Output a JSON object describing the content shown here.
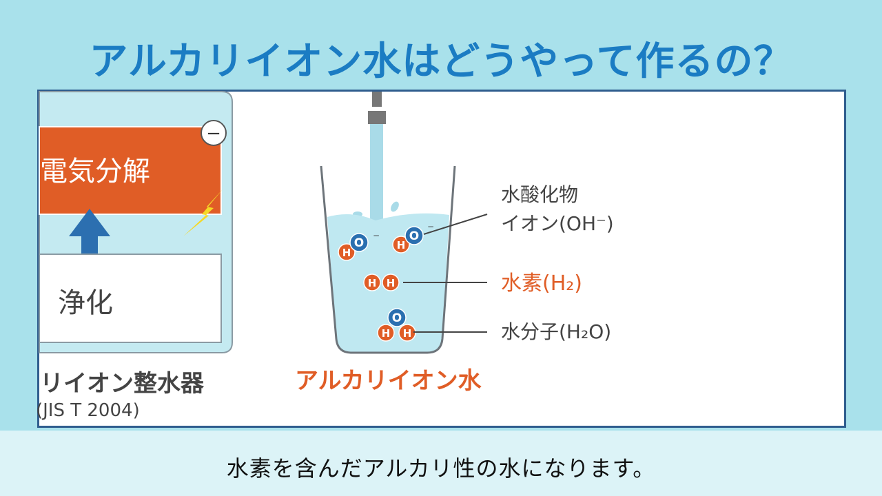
{
  "title": "アルカリイオン水はどうやって作るの？",
  "device": {
    "electrolysis_label": "電気分解",
    "purification_label": "浄化",
    "name": "リイオン整水器",
    "standard": "(JIS T 2004)",
    "electrode_sign": "−"
  },
  "glass": {
    "label": "アルカリイオン水",
    "atom_h": "H",
    "atom_o": "O",
    "charge": "−",
    "labels": {
      "hydroxide_line1": "水酸化物",
      "hydroxide_line2": "イオン(OH⁻)",
      "hydrogen": "水素(H₂)",
      "water_molecule": "水分子(H₂O)"
    }
  },
  "caption": "水素を含んだアルカリ性の水になります。",
  "colors": {
    "title": "#1b7cc3",
    "accent_orange": "#e05d26",
    "oxygen_blue": "#2a6fb0",
    "water": "#bfe8f1"
  }
}
